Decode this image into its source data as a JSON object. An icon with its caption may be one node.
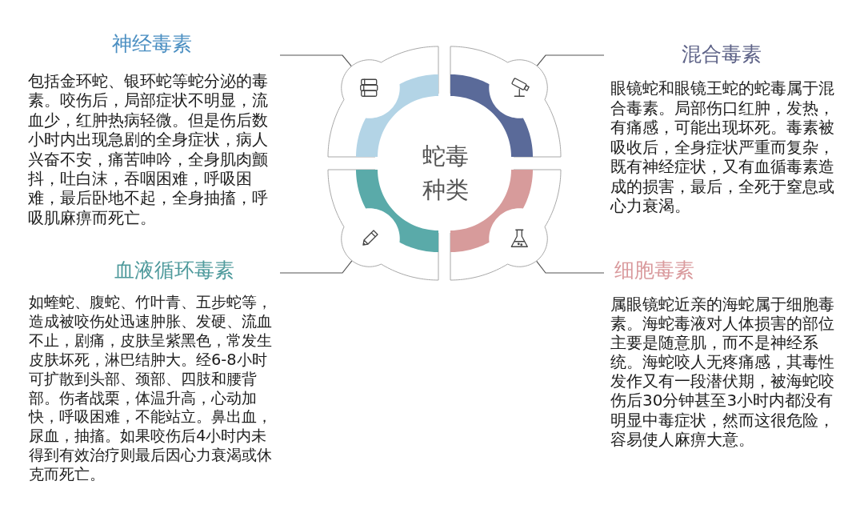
{
  "diagram": {
    "nodes": [
      {
        "text": [
          "神经毒素",
          "包括金环蛇、银环蛇等蛇分泌的毒素。咬伤后，局部症状不明显，流血少，红肿热病轻微。但是伤后数小时内出现急剧的全身症状，病人兴奋不安，痛苦呻吟，全身肌肉颤抖，吐白沫，吞咽困难，呼吸困难，最后卧地不起，全身抽搐，呼吸肌麻痹而死亡。"
        ]
      },
      {
        "text": [
          "混合毒素",
          "眼镜蛇和眼镜王蛇的蛇毒属于混合毒素。局部伤口红肿，发热，有痛感，可能出现坏死。毒素被吸收后，全身症状严重而复杂，既有神经症状，又有血循毒素造成的损害，最后，全死于窒息或心力衰渴。"
        ]
      },
      {
        "text": [
          "血液循环毒素",
          "如蝰蛇、腹蛇、竹叶青、五步蛇等，造成被咬伤处迅速肿胀、发硬、流血不止，剧痛，皮肤呈紫黑色，常发生皮肤坏死，淋巴结肿大。经6-8小时可扩散到头部、颈部、四肢和腰背部。伤者战栗，体温升高，心动加快，呼吸困难，不能站立。鼻出血，尿血，抽搐。如果咬伤后4小时内未得到有效治疗则最后因心力衰渴或休克而死亡。"
        ]
      },
      {
        "text": [
          "细胞毒素",
          "属眼镜蛇近亲的海蛇属于细胞毒素。海蛇毒液对人体损害的部位主要是随意肌，而不是神经系统。海蛇咬人无疼痛感，其毒性发作又有一段潜伏期，被海蛇咬伤后30分钟甚至3小时内都没有明显中毒症状，然而这很危险，容易使人麻痹大意。"
        ]
      },
      {
        "text": [],
        "shape": "sector"
      },
      {
        "text": [],
        "shape": "sector"
      },
      {
        "text": [],
        "shape": "sector"
      },
      {
        "text": [],
        "shape": "sector"
      }
    ],
    "edges": [
      {
        "from": 0,
        "to": 4,
        "arrow": "none"
      },
      {
        "from": 1,
        "to": 5,
        "arrow": "none"
      },
      {
        "from": 2,
        "to": 6,
        "arrow": "none"
      },
      {
        "from": 3,
        "to": 7,
        "arrow": "none"
      }
    ],
    "labels": [
      "蛇毒种类"
    ]
  }
}
